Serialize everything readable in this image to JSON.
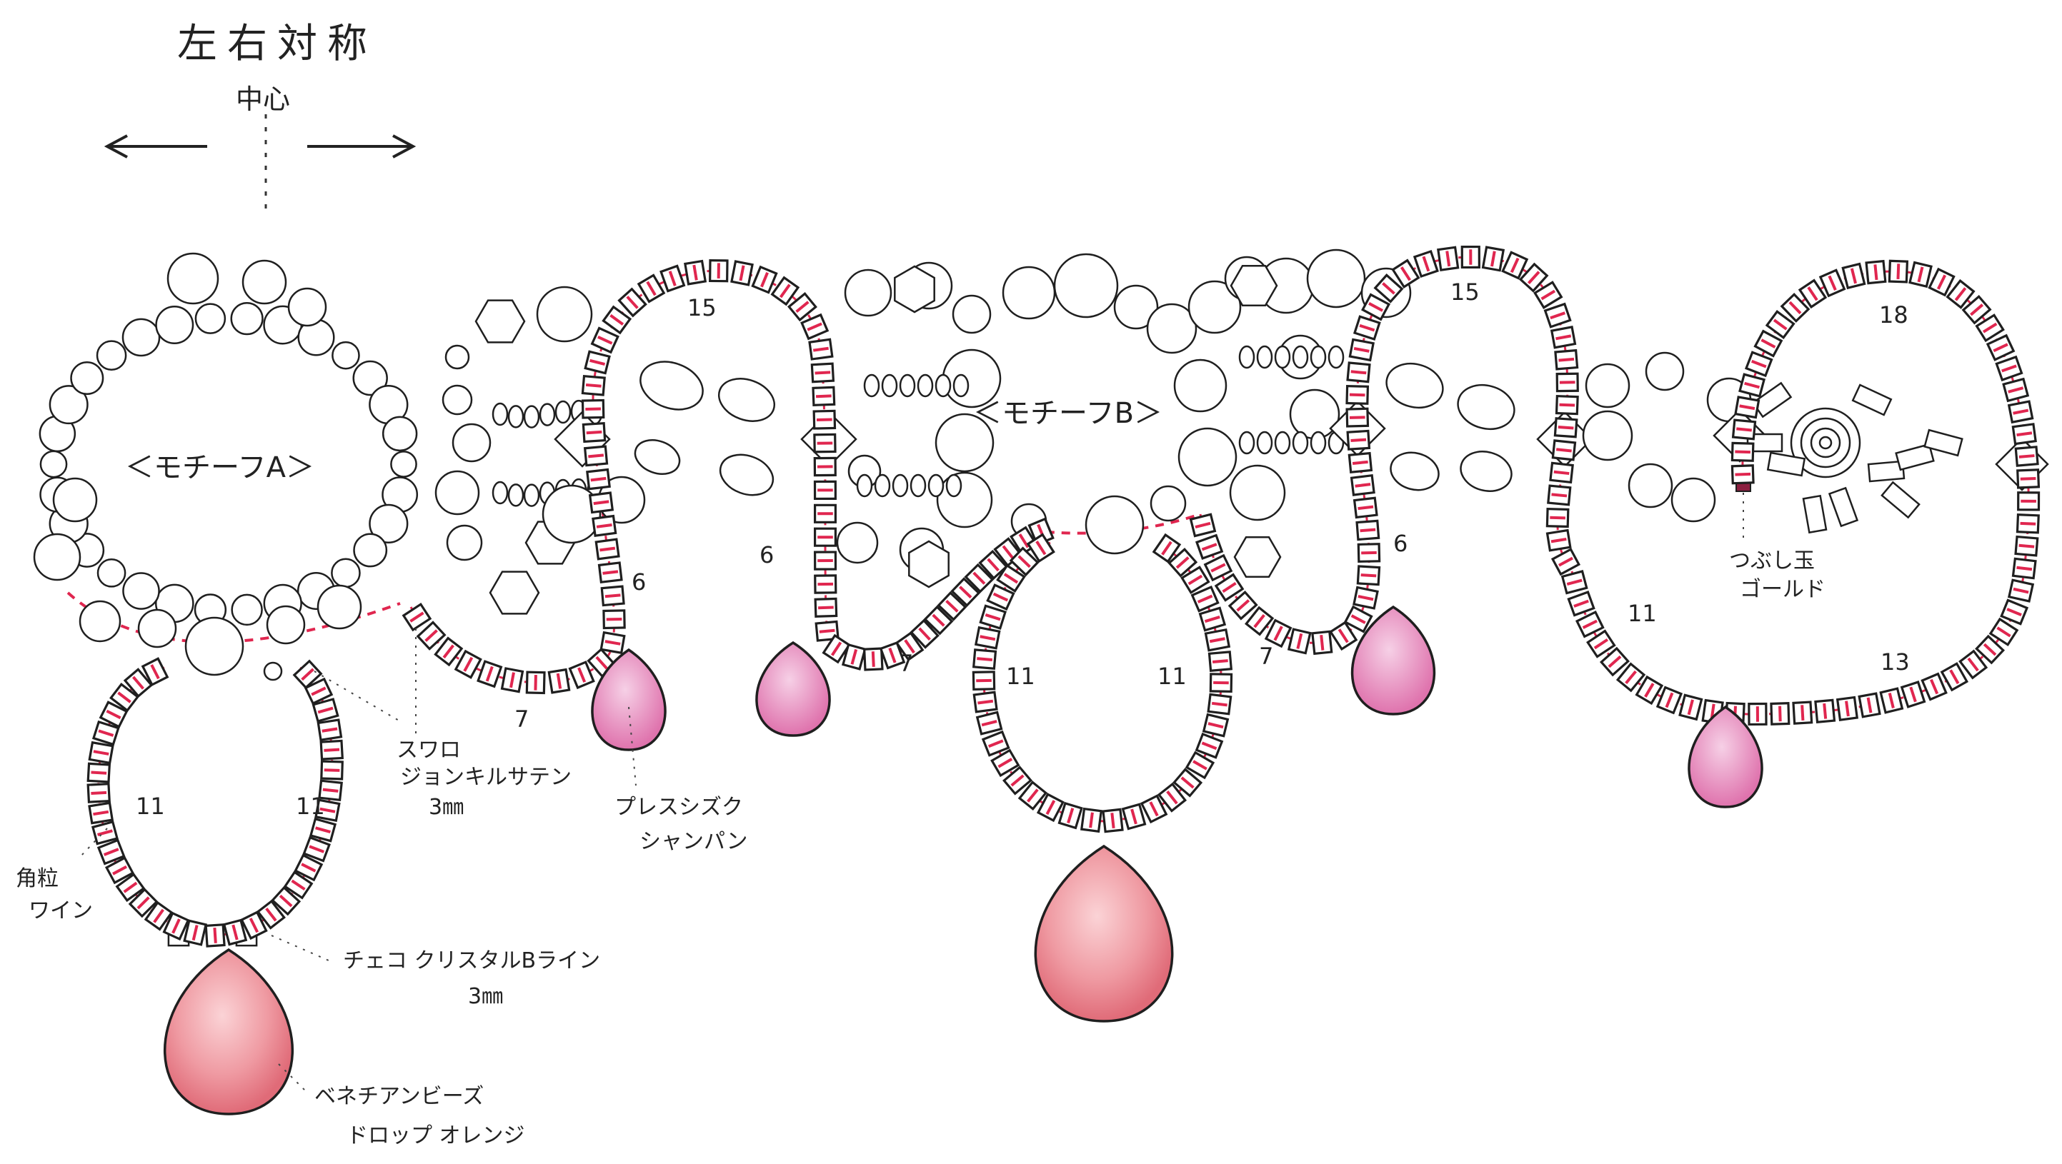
{
  "header": {
    "symmetry_note": "左右対称",
    "center_label": "中心"
  },
  "motifs": {
    "a": "＜モチーフA＞",
    "b": "＜モチーフB＞"
  },
  "counts": {
    "a_left": "11",
    "a_right": "11",
    "c1_top": "15",
    "c1_right": "6",
    "c1_bottom": "7",
    "c2_left": "6",
    "c2_bottom": "7",
    "b_left": "11",
    "b_right": "11",
    "c3_top": "15",
    "c3_right": "6",
    "c3_bottom": "7",
    "c4_top": "18",
    "c4_left": "11",
    "c4_bottom": "13"
  },
  "labels": {
    "swarovski": [
      "スワロ",
      "ジョンキルサテン",
      "3㎜"
    ],
    "press_shizuku": [
      "プレスシズク",
      "シャンパン"
    ],
    "kakutsubu": [
      "角粒",
      "ワイン"
    ],
    "czech": [
      "チェコ クリスタルBライン",
      "3㎜"
    ],
    "venetian": [
      "ベネチアンビーズ",
      "ドロップ オレンジ"
    ],
    "tsubushi": [
      "つぶし玉",
      "ゴールド"
    ]
  },
  "colors": {
    "ink": "#1f1f1f",
    "thread": "#e0264f",
    "drop_pink": "#e27fb0",
    "drop_orange": "#e67a86",
    "seed": "#8b1e3f"
  }
}
